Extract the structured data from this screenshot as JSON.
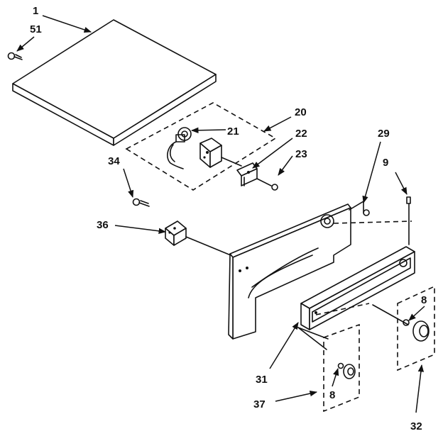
{
  "labels": {
    "l1": "1",
    "l51": "51",
    "l20": "20",
    "l21": "21",
    "l22": "22",
    "l23": "23",
    "l29": "29",
    "l9": "9",
    "l34": "34",
    "l36": "36",
    "l8a": "8",
    "l31": "31",
    "l37": "37",
    "l8b": "8",
    "l32": "32"
  }
}
